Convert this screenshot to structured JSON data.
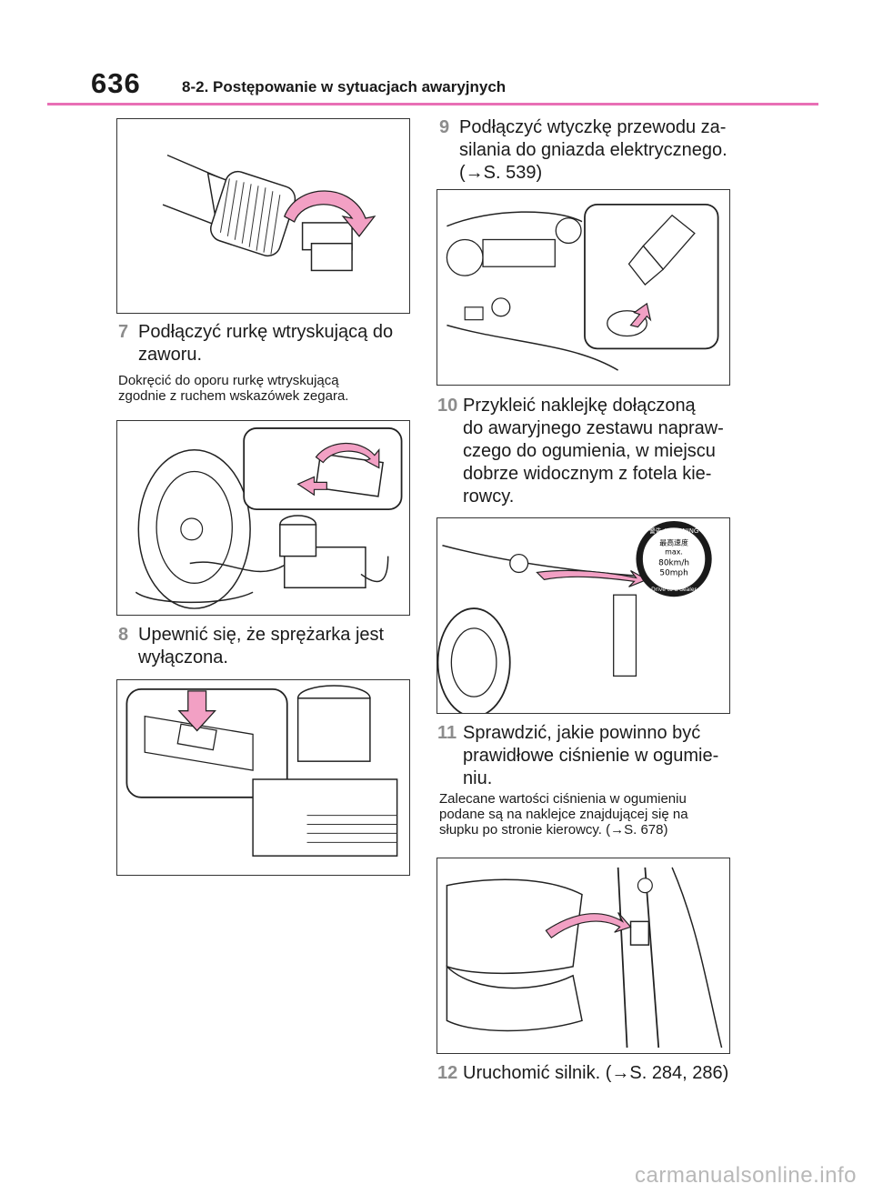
{
  "header": {
    "page_number": "636",
    "section_title": "8-2. Postępowanie w sytuacjach awaryjnych"
  },
  "left_column": {
    "step7": {
      "number": "7",
      "lines": [
        "Podłączyć rurkę wtryskującą do",
        "zaworu."
      ]
    },
    "note7": {
      "lines": [
        "Dokręcić do oporu rurkę wtryskującą",
        "zgodnie z ruchem wskazówek zegara."
      ]
    },
    "step8": {
      "number": "8",
      "lines": [
        "Upewnić się, że sprężarka jest",
        "wyłączona."
      ]
    }
  },
  "right_column": {
    "step9": {
      "number": "9",
      "lines": [
        "Podłączyć wtyczkę przewodu za-",
        "silania do gniazda elektrycznego.",
        "(→S. 539)"
      ]
    },
    "step10": {
      "number": "10",
      "lines": [
        "Przykleić naklejkę dołączoną",
        "do awaryjnego zestawu napraw-",
        "czego do ogumienia, w miejscu",
        "dobrze widocznym z fotela kie-",
        "rowcy."
      ]
    },
    "sticker": {
      "top": "警告 / WARNING",
      "line1": "最高速度",
      "line2": "max.",
      "line3": "80km/h",
      "line4": "50mph",
      "bottom": "Drive to a dealer"
    },
    "step11": {
      "number": "11",
      "lines": [
        "Sprawdzić, jakie powinno być",
        "prawidłowe ciśnienie w ogumie-",
        "niu."
      ]
    },
    "note11": {
      "lines": [
        "Zalecane wartości ciśnienia w ogumieniu",
        "podane są na naklejce znajdującej się na",
        "słupku po stronie kierowcy. (→S. 678)"
      ]
    },
    "step12": {
      "number": "12",
      "lines": [
        "Uruchomić silnik. (→S. 284, 286)"
      ]
    }
  },
  "watermark": "carmanualsonline.info",
  "colors": {
    "accent_rule": "#e86fb5",
    "step_number": "#8c8c8c",
    "arrow_fill": "#f2a0c4"
  }
}
